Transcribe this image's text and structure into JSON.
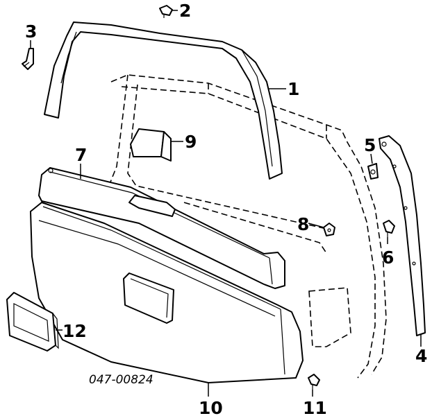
{
  "diagram": {
    "part_number": "047-00824",
    "callouts": {
      "c1": "1",
      "c2": "2",
      "c3": "3",
      "c4": "4",
      "c5": "5",
      "c6": "6",
      "c7": "7",
      "c8": "8",
      "c9": "9",
      "c10": "10",
      "c11": "11",
      "c12": "12"
    },
    "line_color": "#000000",
    "background_color": "#ffffff"
  }
}
